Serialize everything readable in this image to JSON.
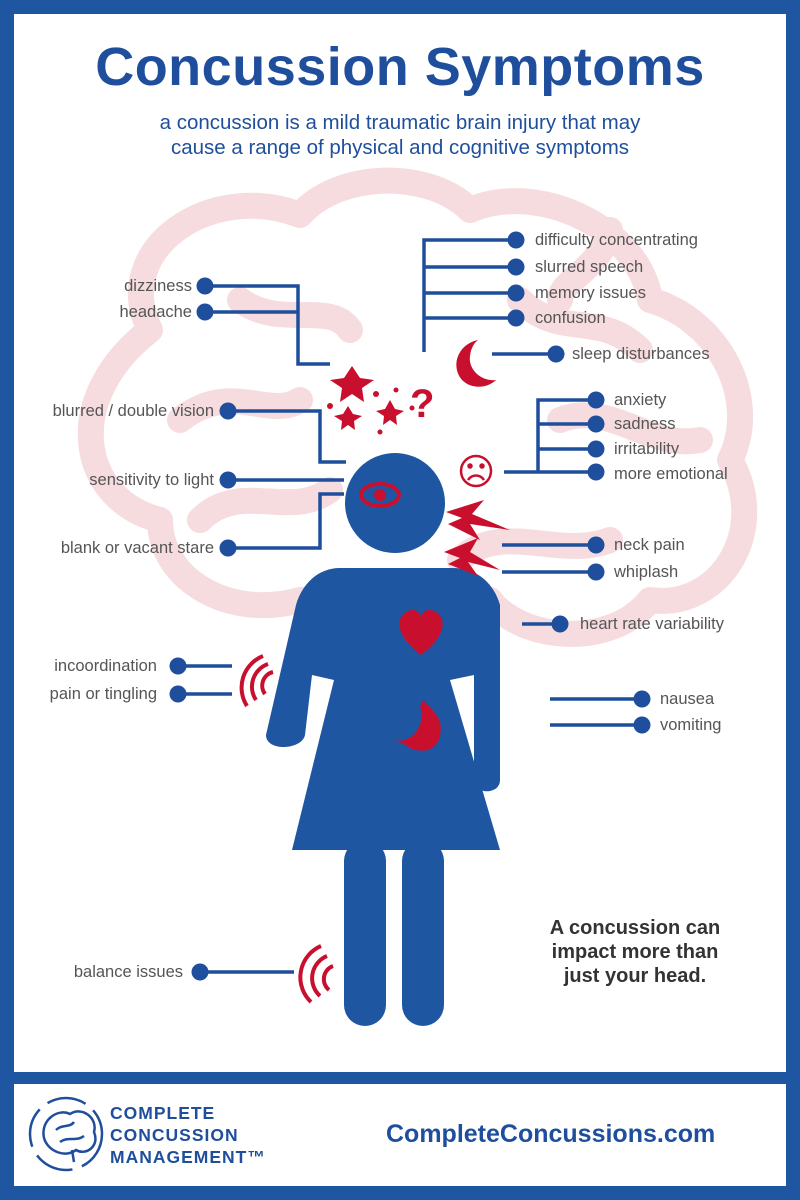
{
  "title": "Concussion Symptoms",
  "subtitle_line1": "a concussion is a mild traumatic brain injury that may",
  "subtitle_line2": "cause a range of physical and cognitive symptoms",
  "symptoms_left": {
    "dizziness": "dizziness",
    "headache": "headache",
    "blurred_vision": "blurred / double vision",
    "light_sensitivity": "sensitivity to light",
    "blank_stare": "blank or vacant stare",
    "incoordination": "incoordination",
    "pain_tingling": "pain or tingling",
    "balance_issues": "balance issues"
  },
  "symptoms_right": {
    "difficulty_concentrating": "difficulty concentrating",
    "slurred_speech": "slurred speech",
    "memory_issues": "memory issues",
    "confusion": "confusion",
    "sleep_disturbances": "sleep disturbances",
    "anxiety": "anxiety",
    "sadness": "sadness",
    "irritability": "irritability",
    "more_emotional": "more emotional",
    "neck_pain": "neck pain",
    "whiplash": "whiplash",
    "heart_rate_variability": "heart rate variability",
    "nausea": "nausea",
    "vomiting": "vomiting"
  },
  "tagline_line1": "A concussion can",
  "tagline_line2": "impact more than",
  "tagline_line3": "just your head.",
  "brand_line1": "COMPLETE",
  "brand_line2": "CONCUSSION",
  "brand_line3": "MANAGEMENT™",
  "website": "CompleteConcussions.com",
  "colors": {
    "blue": "#1f4f9c",
    "red": "#c8102e",
    "brain": "#f6dcdf",
    "text": "#555555"
  },
  "icons": [
    "brain-outline-icon",
    "stars-icon",
    "question-mark-icon",
    "moon-icon",
    "sad-face-icon",
    "eye-icon",
    "lightning-icon",
    "heart-icon",
    "stomach-icon",
    "signal-waves-icon",
    "brand-brain-logo-icon"
  ]
}
